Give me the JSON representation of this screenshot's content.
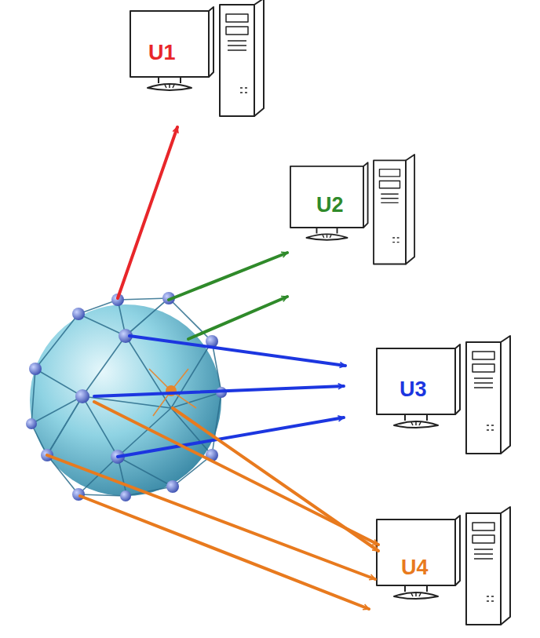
{
  "diagram": {
    "nodes": [
      {
        "text": [
          "U1"
        ]
      },
      {
        "text": [
          "U2"
        ]
      },
      {
        "text": [
          "U3"
        ]
      },
      {
        "text": [
          "U4"
        ]
      }
    ]
  }
}
